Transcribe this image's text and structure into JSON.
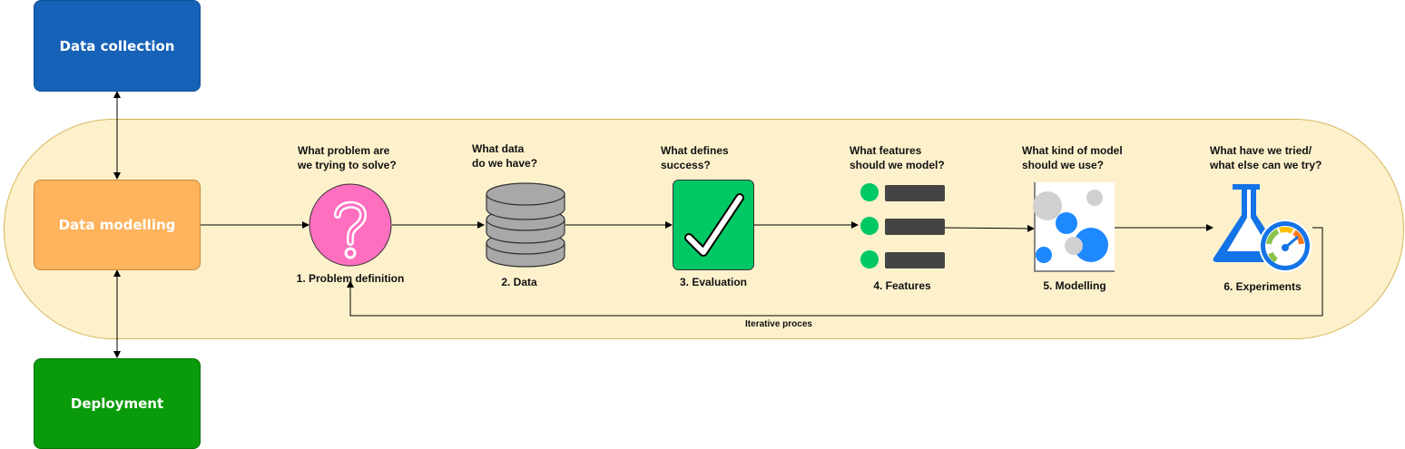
{
  "colors": {
    "collection": "#1662b8",
    "modelling": "#ffb35c",
    "deployment": "#0a9b0a",
    "cycle_fill": "#fdf1cc",
    "cycle_border": "#d6b656",
    "problem_pink": "#ff6fbf",
    "eval_green": "#00c864",
    "feature_dot": "#00c864",
    "feature_bar": "#444444",
    "model_blue": "#1e88ff",
    "model_grey": "#d0d0d0",
    "flask_blue": "#1473e6"
  },
  "nodes": {
    "data_collection": "Data collection",
    "data_modelling": "Data modelling",
    "deployment": "Deployment"
  },
  "steps": [
    {
      "question": "What problem are\nwe trying to solve?",
      "caption": "1. Problem definition",
      "icon": "question-icon"
    },
    {
      "question": "What data\ndo we have?",
      "caption": "2. Data",
      "icon": "database-icon"
    },
    {
      "question": "What defines\nsuccess?",
      "caption": "3. Evaluation",
      "icon": "checkmark-icon"
    },
    {
      "question": "What features\nshould we model?",
      "caption": "4. Features",
      "icon": "feature-list-icon"
    },
    {
      "question": "What kind of model\nshould we use?",
      "caption": "5. Modelling",
      "icon": "scatter-chart-icon"
    },
    {
      "question": "What have we tried/\nwhat else can we try?",
      "caption": "6. Experiments",
      "icon": "flask-gauge-icon"
    }
  ],
  "loop_label": "Iterative proces"
}
